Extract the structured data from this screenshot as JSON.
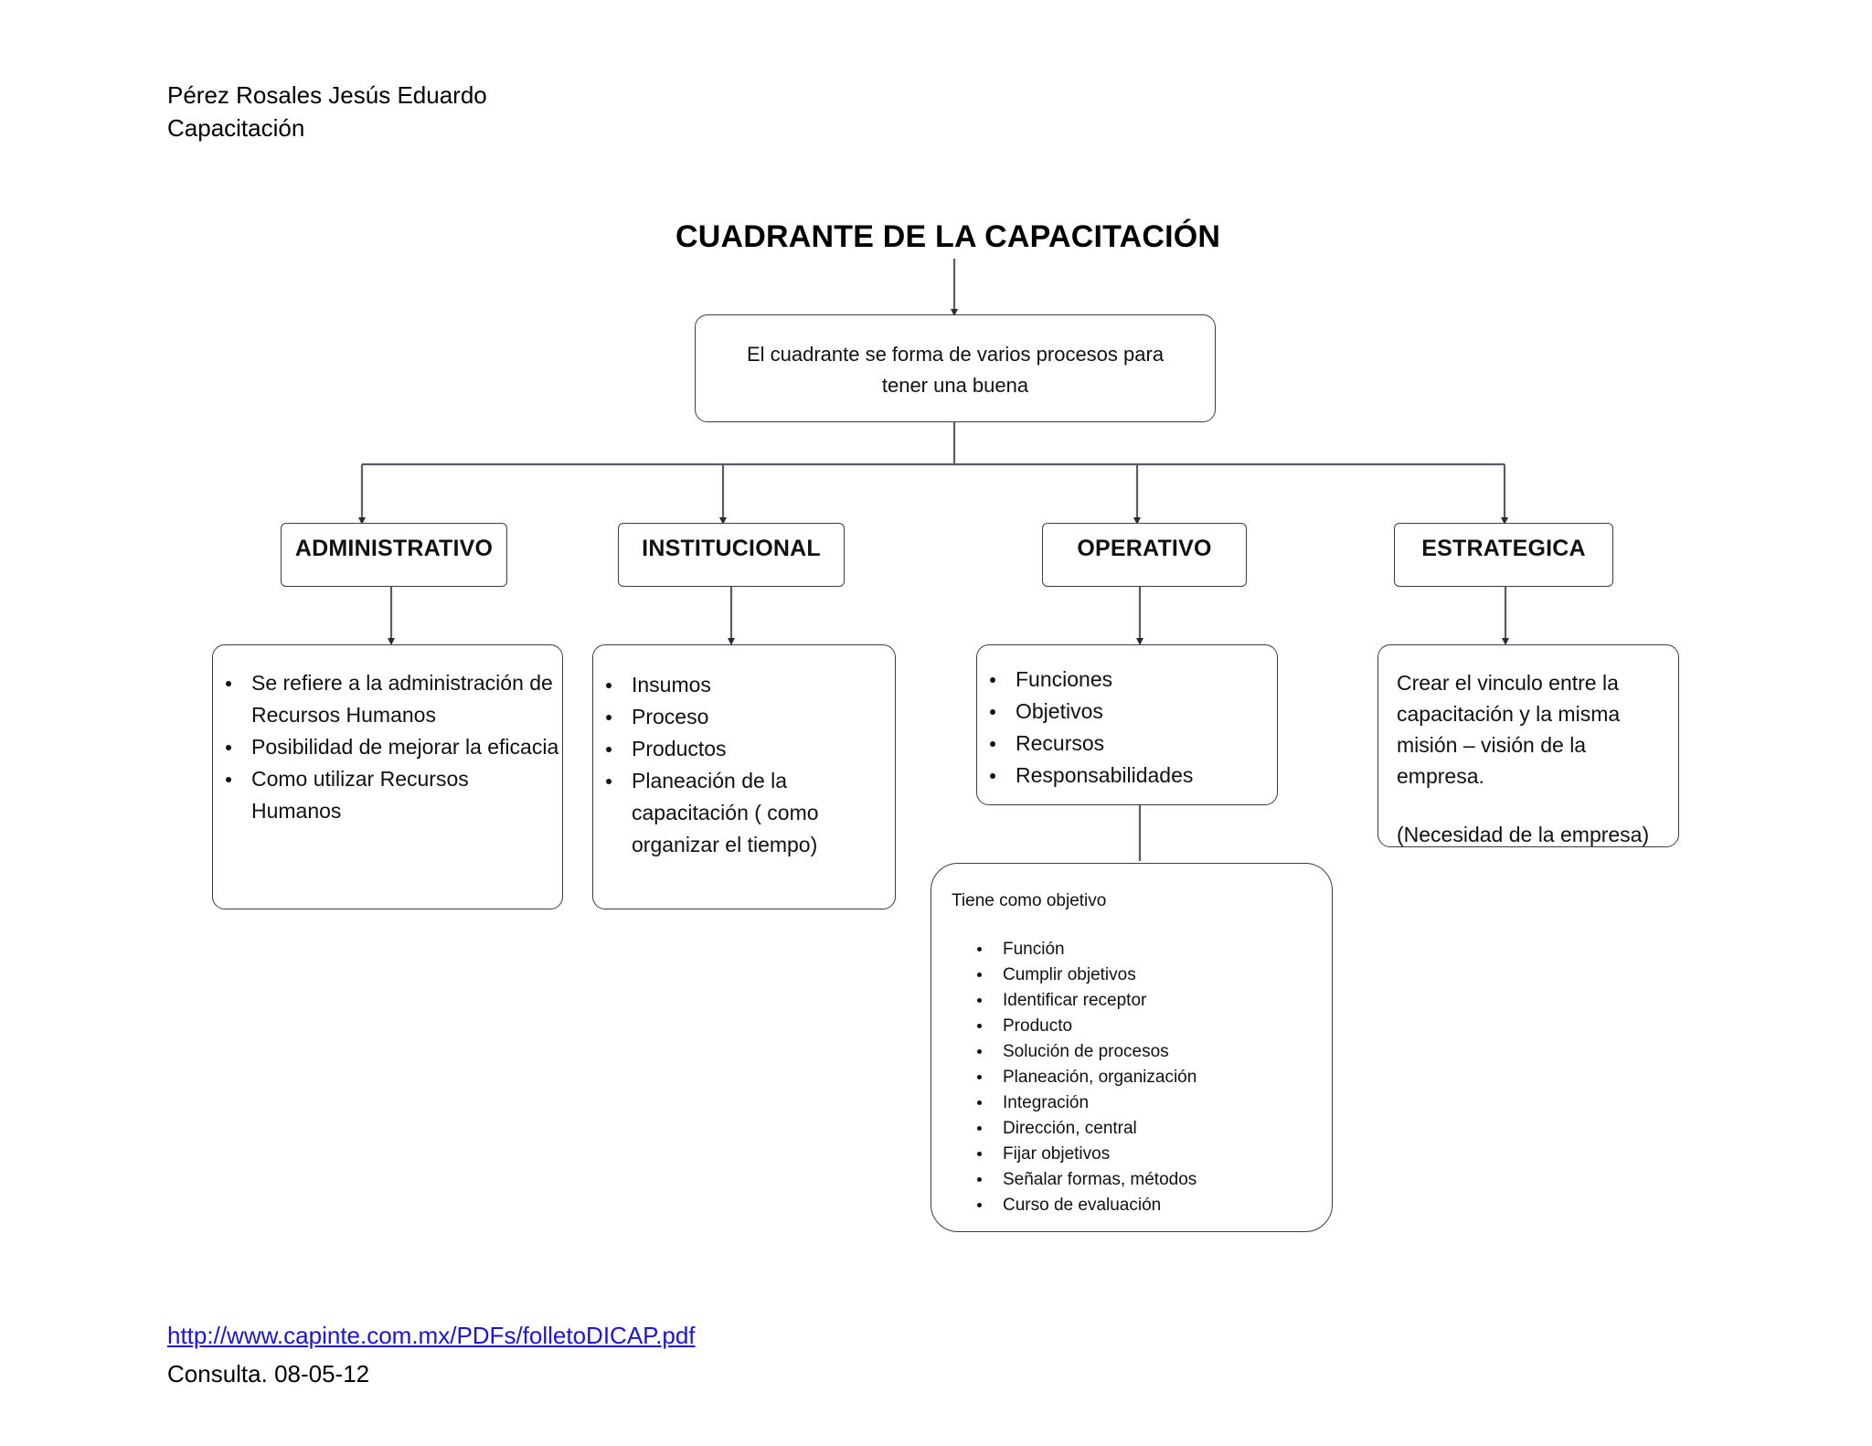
{
  "header": {
    "author": "Pérez Rosales Jesús Eduardo",
    "subject": "Capacitación"
  },
  "diagram": {
    "title": "CUADRANTE DE LA CAPACITACIÓN",
    "root": {
      "line1": "El cuadrante se forma de varios procesos para",
      "line2": "tener una buena"
    },
    "categories": [
      {
        "label": "ADMINISTRATIVO"
      },
      {
        "label": "INSTITUCIONAL"
      },
      {
        "label": "OPERATIVO"
      },
      {
        "label": "ESTRATEGICA"
      }
    ],
    "administrativo_items": [
      "Se refiere a la administración de Recursos Humanos",
      "Posibilidad de mejorar la eficacia",
      "Como utilizar Recursos Humanos"
    ],
    "institucional_items": [
      "Insumos",
      "Proceso",
      "Productos",
      "Planeación de la capacitación ( como organizar el tiempo)"
    ],
    "operativo_items": [
      "Funciones",
      "Objetivos",
      "Recursos",
      "Responsabilidades"
    ],
    "estrategica": {
      "paragraph": "Crear el vinculo entre la capacitación y la misma misión – visión de la empresa.",
      "note": "(Necesidad de la empresa)"
    },
    "objetivo": {
      "heading": "Tiene como objetivo",
      "items": [
        "Función",
        "Cumplir objetivos",
        "Identificar receptor",
        "Producto",
        "Solución de procesos",
        "Planeación, organización",
        "Integración",
        "Dirección, central",
        "Fijar objetivos",
        "Señalar formas, métodos",
        "Curso de evaluación"
      ]
    }
  },
  "footer": {
    "url": "http://www.capinte.com.mx/PDFs/folletoDICAP.pdf",
    "consulta": "Consulta. 08-05-12"
  },
  "colors": {
    "link": "#1a15d8",
    "stroke": "#3b3b4a",
    "text": "#111111"
  }
}
